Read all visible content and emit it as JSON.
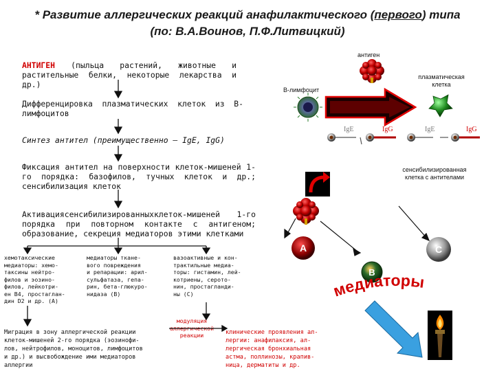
{
  "title": {
    "line1_prefix": "*  Развитие аллергических реакций анафилактического (",
    "line1_link": "первого",
    "line1_suffix": ") типа",
    "line2": "(по: В.А.Воинов, П.Ф.Литвицкий)"
  },
  "steps": {
    "antigen_word": "АНТИГЕН",
    "antigen_rest": " (пыльца растений, животные и растительные белки, некоторые лекарства и др.)",
    "differentiation": "Дифференцировка плазматических клеток из В-лимфоцитов",
    "synthesis": "Синтез антител (преимущественно – IgE, IgG)",
    "fixation": "Фиксация антител на поверхности клеток-мишеней 1-го порядка: базофилов, тучных клеток и др.; сенсибилизация клеток",
    "activation": "Активациясенсибилизированныхклеток-мишеней 1-го порядка при повторном контакте с антигеном; образование, секреция медиаторов этими клетками"
  },
  "mediators": {
    "col1": [
      "хемотаксические",
      "медиаторы: хемо-",
      "таксины нейтро-",
      "филов и эозино-",
      "филов, лейкотри-",
      "ен В4, простаглан-",
      "дин D2 и др. (А)"
    ],
    "col2": [
      "медиаторы ткане-",
      "вого повреждения",
      "и репарации: арил-",
      "сульфатаза, гепа-",
      "рин, бета-глюкуро-",
      "нидаза (В)"
    ],
    "col3": [
      "вазоактивные и кон-",
      "трактильные медиа-",
      "торы: гистамин, лей-",
      "котриены, серото-",
      "нин, простагланди-",
      "ны (С)"
    ]
  },
  "bottom": {
    "migration": [
      "Миграция в зону аллергической реакции",
      "клеток-мишеней 2-го порядка (эозинофи-",
      "лов, нейтрофилов, моноцитов, лимфоцитов",
      "и др.) и высвобождение ими медиаторов",
      "аллергии"
    ],
    "modulation": [
      "модуляция",
      "аллергической",
      "реакции"
    ],
    "clinical": [
      "клинические проявления ал-",
      "лергии: анафилаксия, ал-",
      "лергическая бронхиальная",
      "астма, поллинозы, крапив-",
      "ница, дерматиты и др."
    ]
  },
  "diagram": {
    "antigen_label": "антиген",
    "plasma_label": [
      "плазматическая",
      "клетка"
    ],
    "blymph_label": "В-лимфоцит",
    "ig_labels": [
      "IgE",
      "IgG",
      "IgE",
      "IgG"
    ],
    "sensitized_label": [
      "сенсибилизированная",
      "клетка с антителами"
    ],
    "mediator_letters": [
      "A",
      "B",
      "C"
    ],
    "mediators_word": "медиаторы"
  },
  "colors": {
    "accent_red": "#d00000",
    "dark_red": "#8b0000",
    "green": "#2a9d2a",
    "gray": "#808080"
  }
}
